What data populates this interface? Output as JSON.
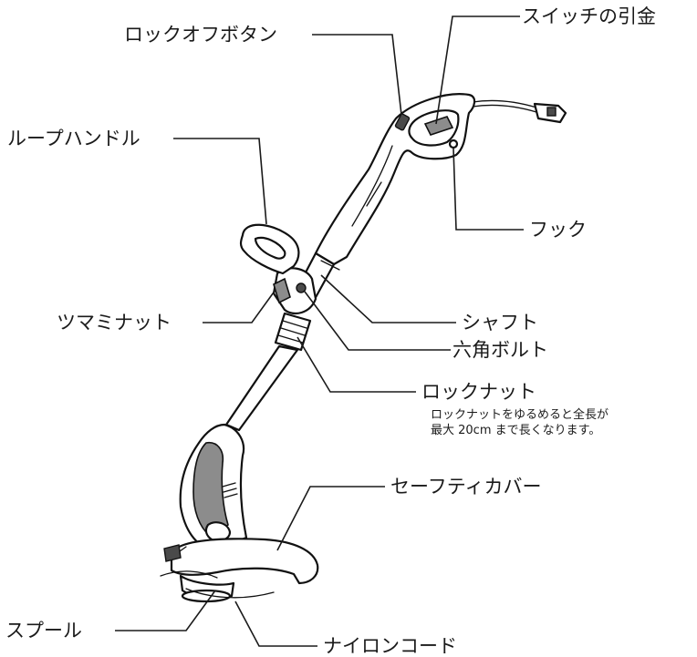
{
  "labels": {
    "lock_off_button": "ロックオフボタン",
    "switch_trigger": "スイッチの引金",
    "loop_handle": "ループハンドル",
    "hook": "フック",
    "knob_nut": "ツマミナット",
    "shaft": "シャフト",
    "hex_bolt": "六角ボルト",
    "lock_nut": "ロックナット",
    "lock_nut_note_1": "ロックナットをゆるめると全長が",
    "lock_nut_note_2": "最大 20cm まで長くなります。",
    "safety_cover": "セーフティカバー",
    "spool": "スプール",
    "nylon_cord": "ナイロンコード"
  },
  "colors": {
    "ink": "#1a1a1a",
    "grip": "#8c8c8c",
    "dark_part": "#4a4a4a"
  }
}
